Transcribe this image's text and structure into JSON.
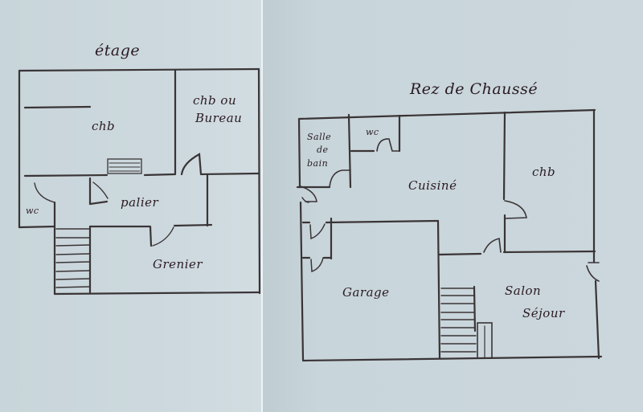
{
  "drawing": {
    "type": "hand-drawn floor plan",
    "ink_color": "#2a1a22",
    "wall_color": "#3a3436",
    "paper_color": "#c9d6db"
  },
  "upper_floor": {
    "title": "étage",
    "rooms": [
      {
        "id": "chb-1",
        "label": "chb"
      },
      {
        "id": "chb-bureau",
        "label_line1": "chb ou",
        "label_line2": "Bureau"
      },
      {
        "id": "wc",
        "label": "wc"
      },
      {
        "id": "palier",
        "label": "palier"
      },
      {
        "id": "grenier",
        "label": "Grenier"
      }
    ]
  },
  "ground_floor": {
    "title": "Rez de Chaussé",
    "rooms": [
      {
        "id": "salle-de-bain",
        "label_line1": "Salle",
        "label_line2": "de",
        "label_line3": "bain"
      },
      {
        "id": "wc",
        "label": "wc"
      },
      {
        "id": "cuisine",
        "label": "Cuisiné"
      },
      {
        "id": "chb",
        "label": "chb"
      },
      {
        "id": "garage",
        "label": "Garage"
      },
      {
        "id": "salon",
        "label_line1": "Salon",
        "label_line2": "Séjour"
      }
    ]
  }
}
